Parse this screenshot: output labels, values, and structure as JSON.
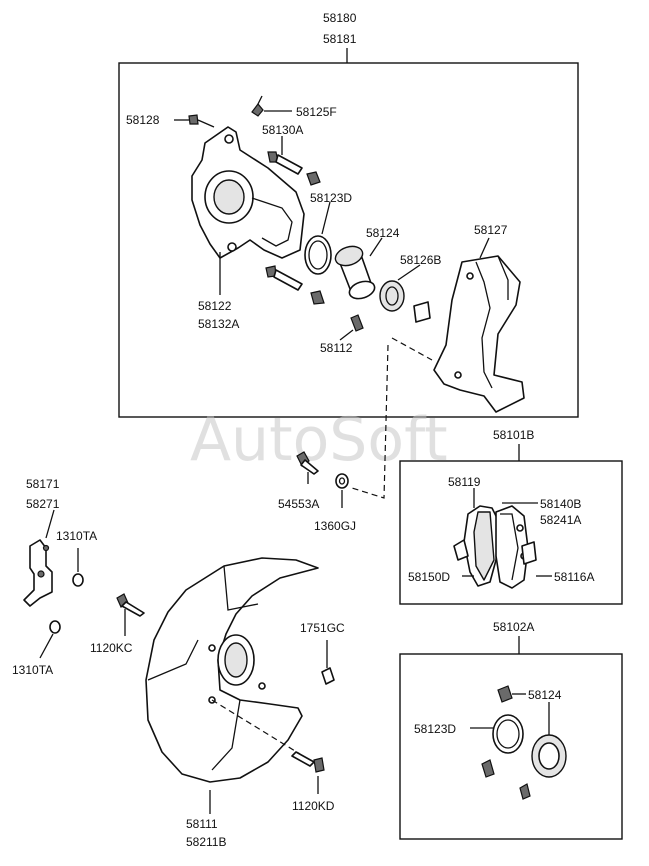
{
  "watermark": "AutoSoft",
  "groups": {
    "caliper_assembly": [
      "58180",
      "58181"
    ],
    "pad_kit": "58101B",
    "seal_kit": "58102A"
  },
  "labels": {
    "p58128": "58128",
    "p58125f": "58125F",
    "p58130a": "58130A",
    "p58123d": "58123D",
    "p58124": "58124",
    "p58127": "58127",
    "p58126b": "58126B",
    "p58122": [
      "58122",
      "58132A"
    ],
    "p58112": "58112",
    "p54553a": "54553A",
    "p1360gj": "1360GJ",
    "p58171": [
      "58171",
      "58271"
    ],
    "p1310ta_upper": "1310TA",
    "p1310ta_lower": "1310TA",
    "p1120kc": "1120KC",
    "p1751gc": "1751GC",
    "p58111": [
      "58111",
      "58211B"
    ],
    "p1120kd": "1120KD",
    "p58119": "58119",
    "p58140b": [
      "58140B",
      "58241A"
    ],
    "p58150d": "58150D",
    "p58116a": "58116A",
    "kit_58124": "58124",
    "kit_58123d": "58123D"
  }
}
